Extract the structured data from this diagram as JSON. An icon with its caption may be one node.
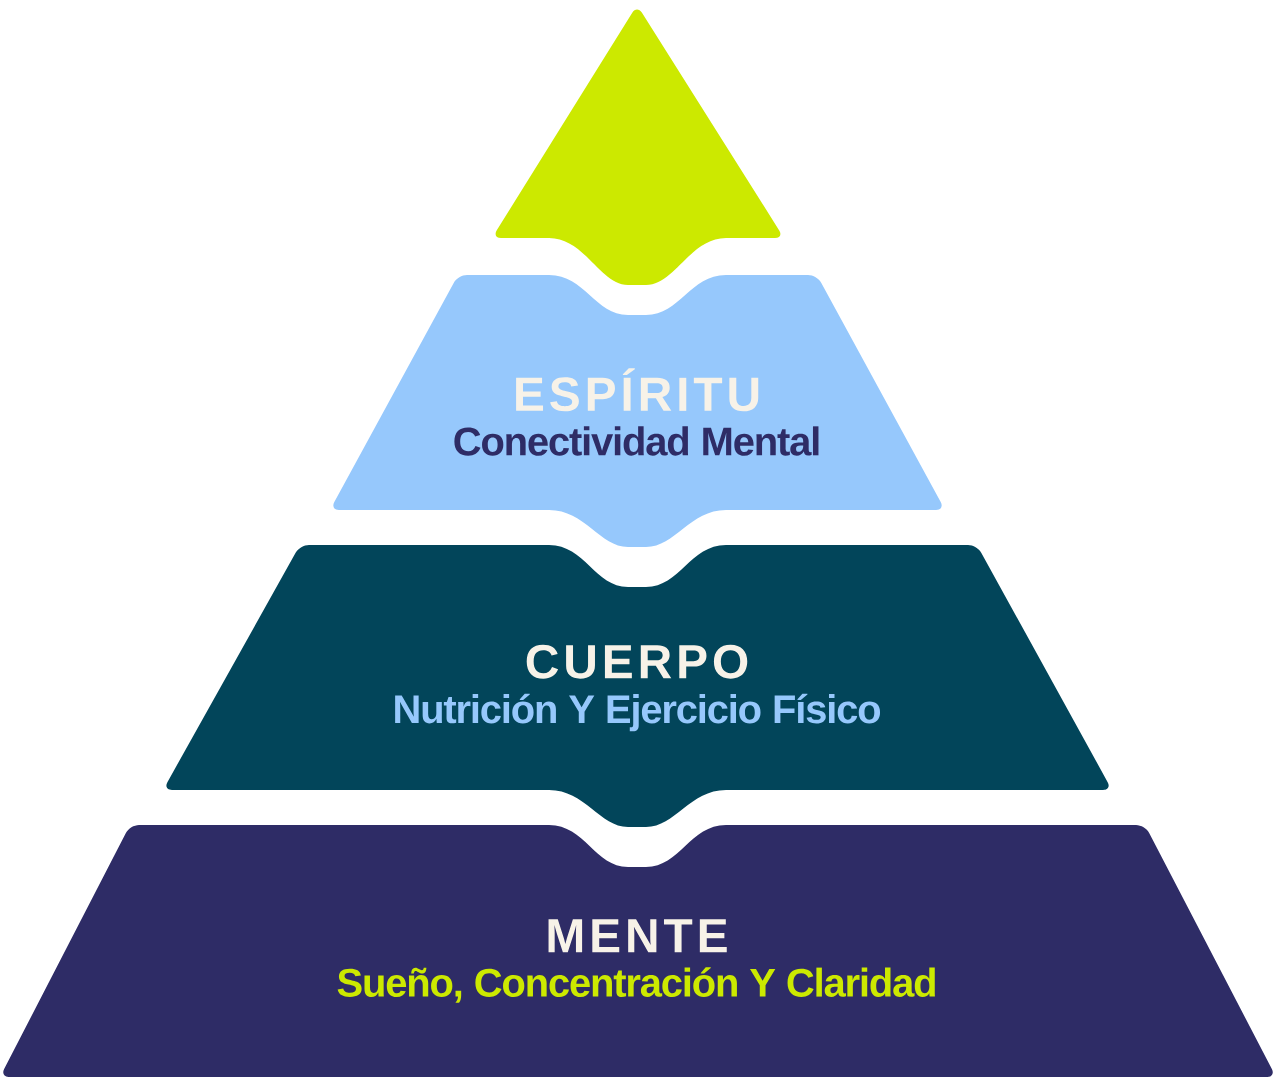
{
  "diagram": {
    "nodes": [
      {
        "text": [],
        "shape": "triangle"
      },
      {
        "text": [
          "ESPÍRITU",
          "Conectividad Mental"
        ]
      },
      {
        "text": [
          "CUERPO",
          "Nutrición Y Ejercicio Físico"
        ]
      },
      {
        "text": [
          "MENTE",
          "Sueño, Concentración Y Claridad"
        ]
      }
    ]
  }
}
